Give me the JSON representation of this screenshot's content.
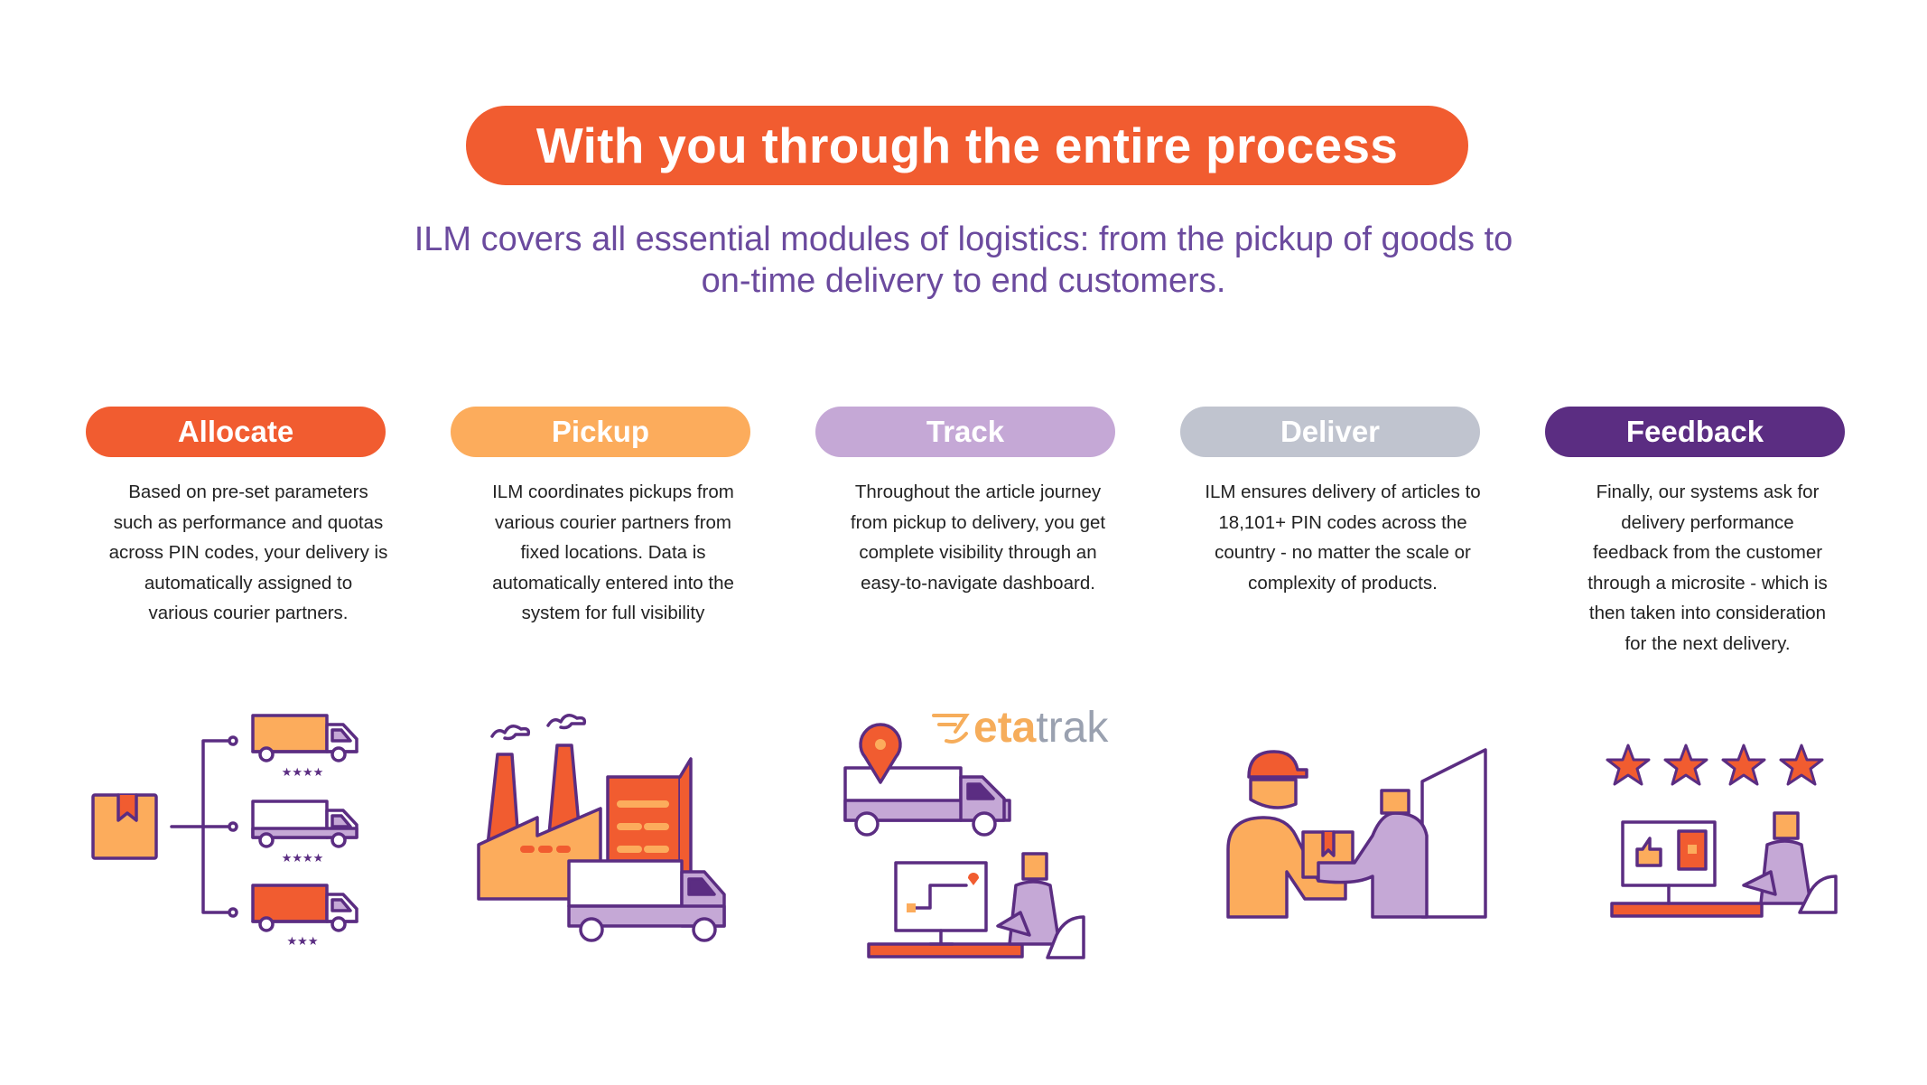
{
  "header": {
    "title": "With you through the entire process",
    "subtitle_line1": "ILM covers all essential modules of logistics: from the pickup of goods to",
    "subtitle_line2": "on-time delivery to end customers."
  },
  "brand": {
    "part1": "eta",
    "part2": "trak"
  },
  "steps": [
    {
      "label": "Allocate",
      "color": "#f15c30",
      "desc": [
        "Based on pre-set parameters",
        "such as performance and quotas",
        "across PIN codes, your delivery is",
        "automatically assigned to",
        "various courier partners."
      ],
      "icon": "allocate-trucks-icon"
    },
    {
      "label": "Pickup",
      "color": "#fcac5c",
      "desc": [
        "ILM coordinates pickups from",
        "various courier partners from",
        "fixed locations. Data is",
        "automatically entered into the",
        "system for full visibility"
      ],
      "icon": "factory-truck-icon"
    },
    {
      "label": "Track",
      "color": "#c5a8d6",
      "desc": [
        "Throughout the article journey",
        "from pickup to delivery, you get",
        "complete visibility through an",
        "easy-to-navigate dashboard."
      ],
      "icon": "tracking-dashboard-icon"
    },
    {
      "label": "Deliver",
      "color": "#c0c4cf",
      "desc": [
        "ILM ensures delivery of articles to",
        "18,101+ PIN codes across the",
        "country - no matter the scale or",
        "complexity of products."
      ],
      "icon": "package-handover-icon"
    },
    {
      "label": "Feedback",
      "color": "#5b2d82",
      "desc": [
        "Finally, our systems ask for",
        "delivery performance",
        "feedback from the customer",
        "through a microsite - which is",
        "then taken into consideration",
        "for the next delivery."
      ],
      "icon": "rating-feedback-icon"
    }
  ],
  "colors": {
    "orange": "#f15c30",
    "light_orange": "#fcac5c",
    "lavender": "#c5a8d6",
    "grey": "#c0c4cf",
    "purple": "#5b2d82",
    "subtitle_purple": "#6b4a9e"
  }
}
